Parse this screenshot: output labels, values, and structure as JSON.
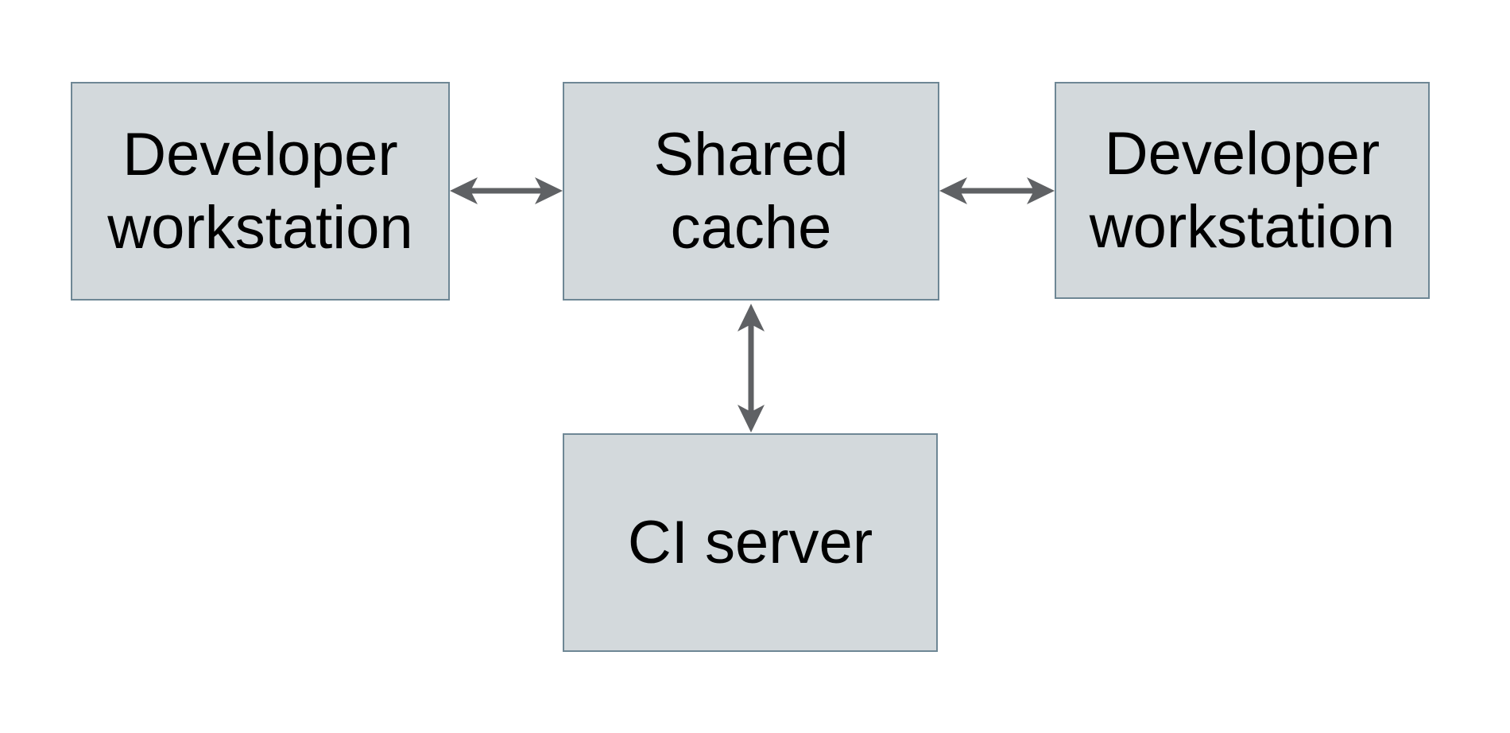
{
  "colors": {
    "background": "#ffffff",
    "node_fill": "#d3d9dc",
    "node_border": "#6e8795",
    "arrow": "#5f6164",
    "text": "#000000"
  },
  "diagram": {
    "type": "architecture-diagram",
    "nodes": [
      {
        "id": "developer-workstation-left",
        "label": "Developer workstation"
      },
      {
        "id": "shared-cache",
        "label": "Shared cache"
      },
      {
        "id": "developer-workstation-right",
        "label": "Developer workstation"
      },
      {
        "id": "ci-server",
        "label": "CI server"
      }
    ],
    "edges": [
      {
        "from": "developer-workstation-left",
        "to": "shared-cache",
        "direction": "bidirectional"
      },
      {
        "from": "shared-cache",
        "to": "developer-workstation-right",
        "direction": "bidirectional"
      },
      {
        "from": "shared-cache",
        "to": "ci-server",
        "direction": "bidirectional"
      }
    ]
  }
}
